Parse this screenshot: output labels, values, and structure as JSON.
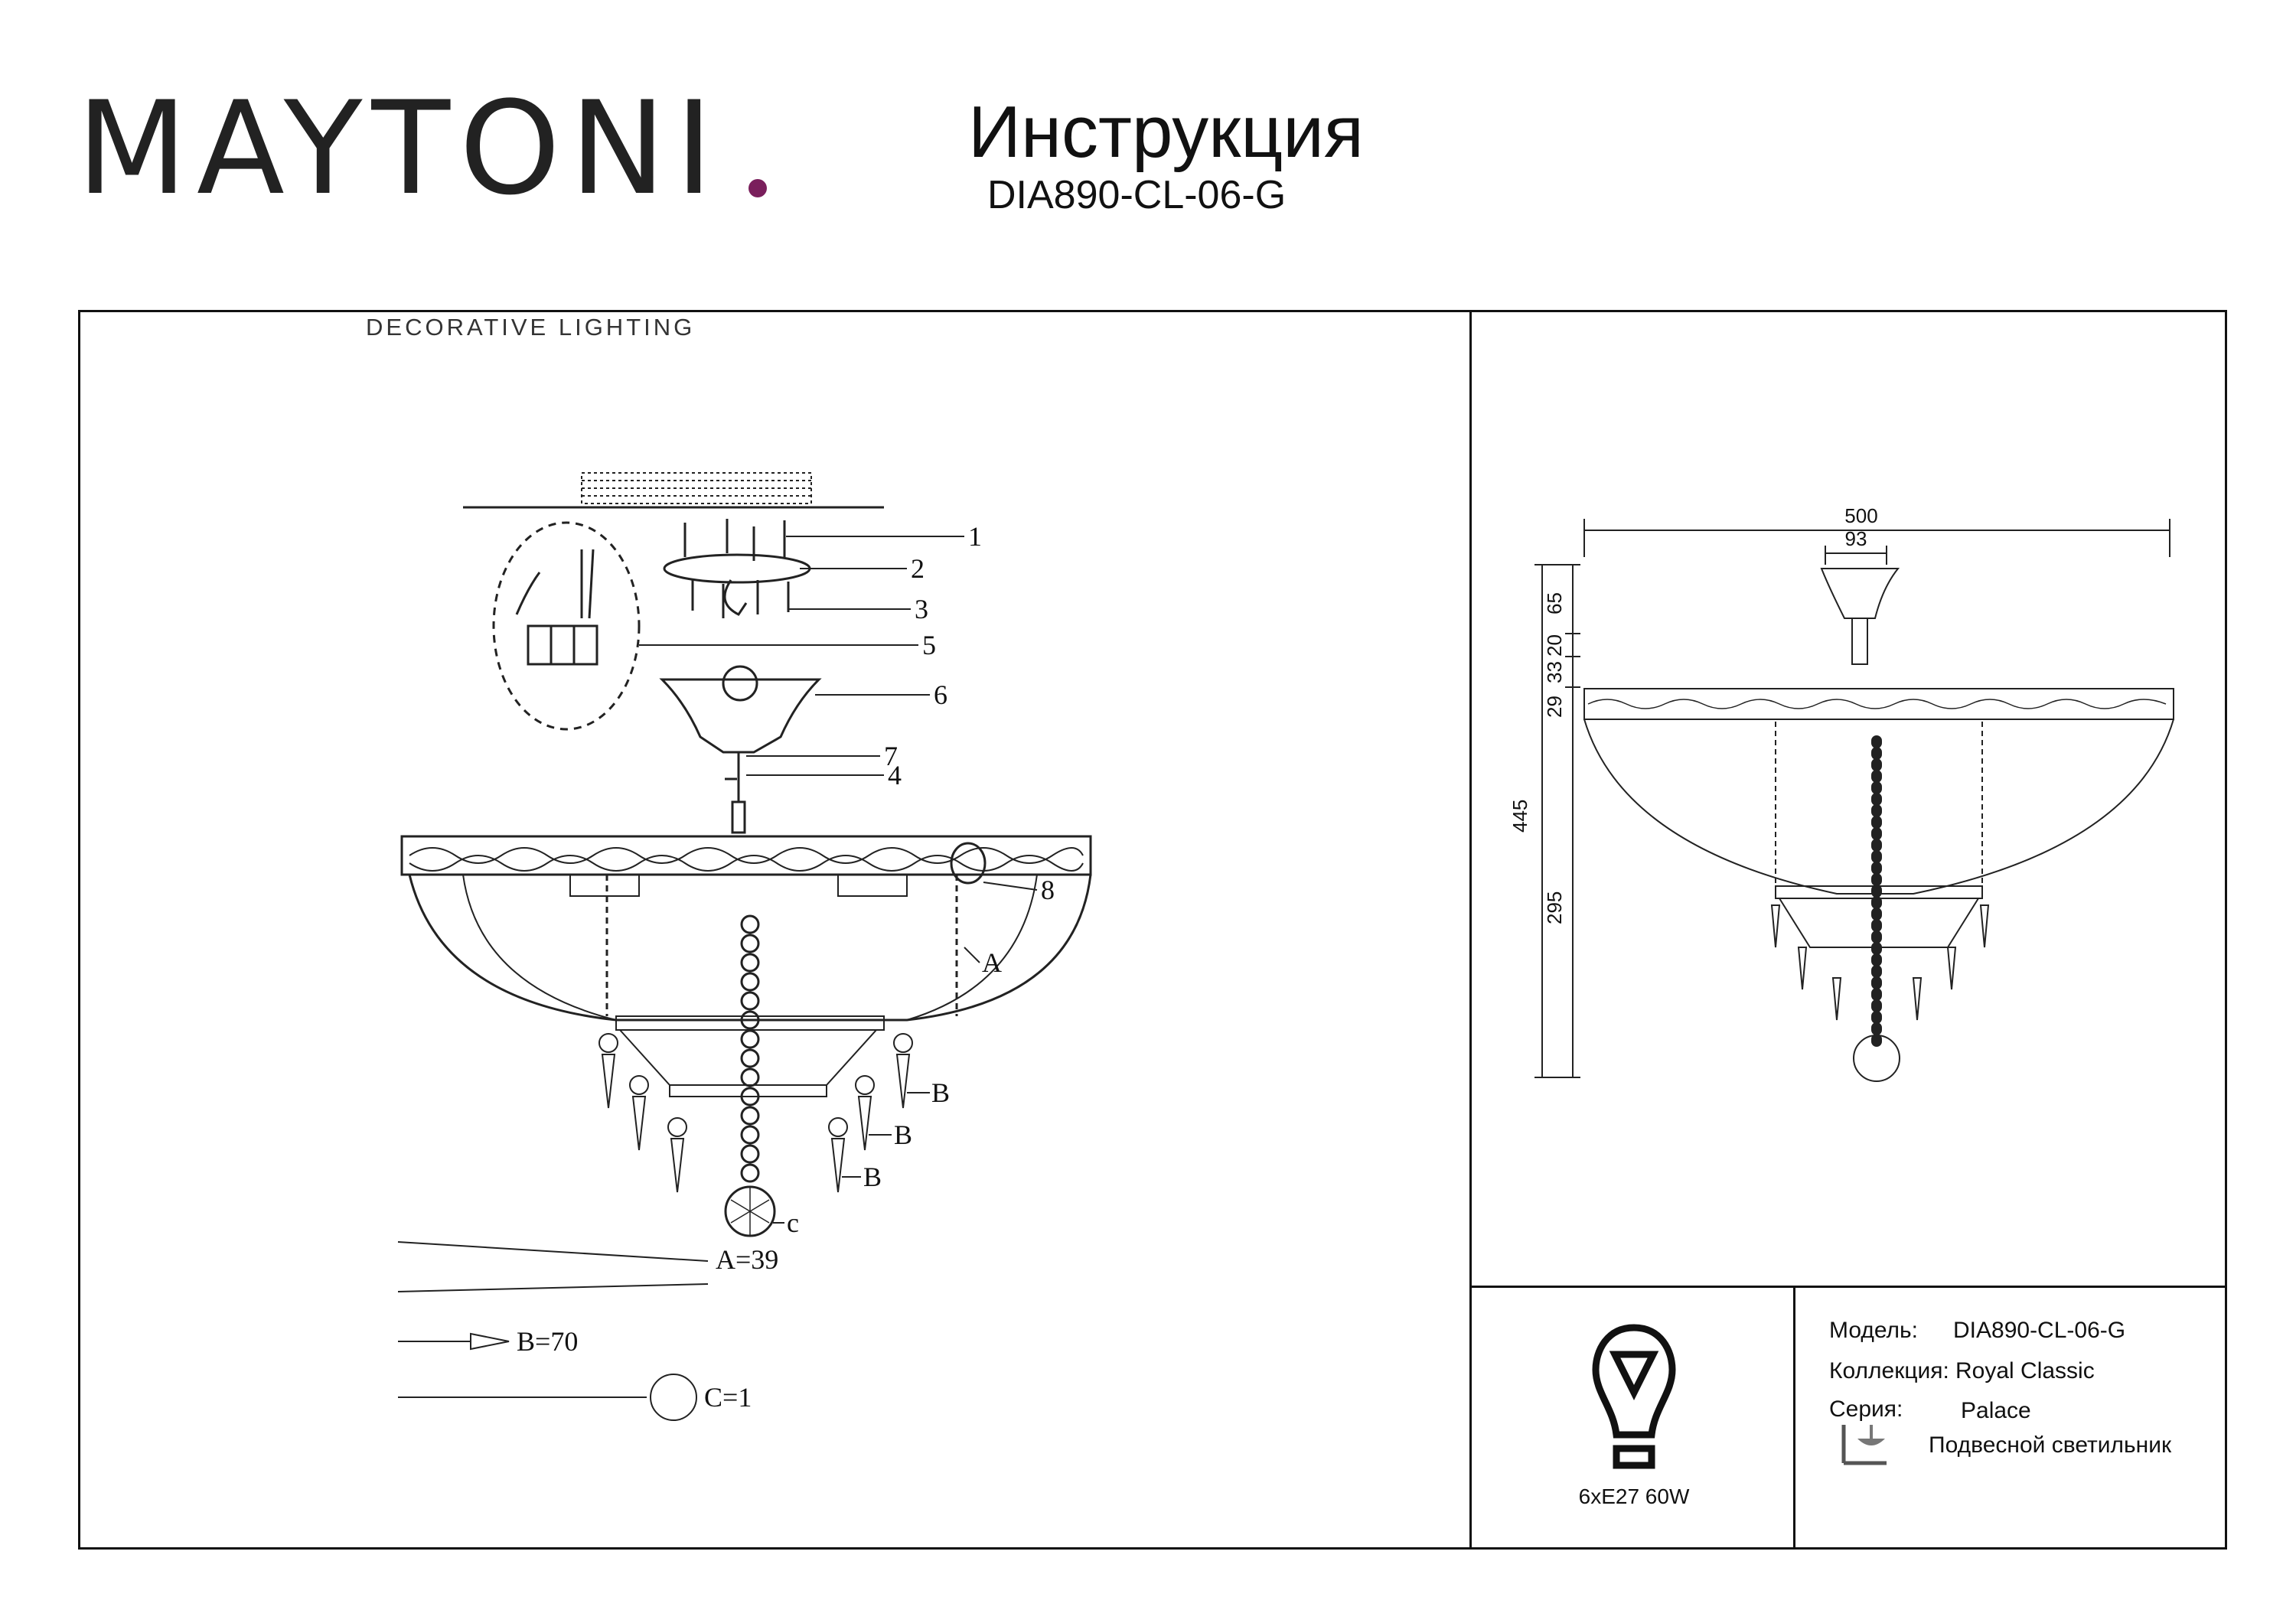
{
  "brand": {
    "name": "MAYTONI",
    "tagline": "DECORATIVE LIGHTING",
    "dot_color": "#7a1f5c"
  },
  "header": {
    "title": "Инструкция",
    "model_code": "DIA890-CL-06-G"
  },
  "assembly": {
    "callouts": [
      "1",
      "2",
      "3",
      "5",
      "6",
      "7",
      "4",
      "8",
      "A",
      "B",
      "B",
      "B",
      "c"
    ],
    "parts": [
      {
        "label": "A=39"
      },
      {
        "label": "B=70"
      },
      {
        "label": "C=1"
      }
    ]
  },
  "dimensions": {
    "width_total": "500",
    "width_canopy": "93",
    "height_total": "445",
    "segments": [
      "65",
      "20",
      "33",
      "29",
      "295"
    ]
  },
  "bulb": {
    "icon": "lightbulb-icon",
    "spec": "6xE27 60W"
  },
  "info": {
    "model_label": "Модель:",
    "model_value": "DIA890-CL-06-G",
    "collection_label": "Коллекция:",
    "collection_value": "Royal Classic",
    "series_label": "Серия:",
    "series_value": "Palace",
    "type_icon": "pendant-lamp-icon",
    "type_value": "Подвесной светильник"
  }
}
